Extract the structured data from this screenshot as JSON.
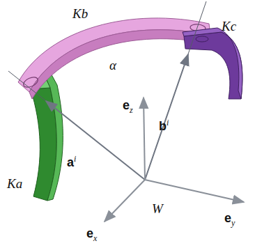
{
  "diagram": {
    "labels": [
      "Kb",
      "Kc",
      "α",
      "ez",
      "bi",
      "ai",
      "Ka",
      "W",
      "ey",
      "ex"
    ]
  }
}
